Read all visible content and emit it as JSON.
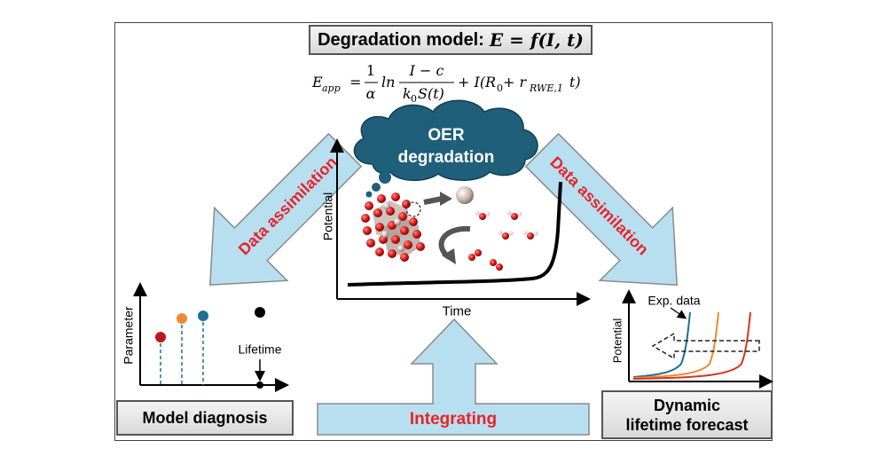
{
  "title": {
    "label": "Degradation model:",
    "equation": "E = f(I, t)"
  },
  "formula": {
    "lhs": "E",
    "lhs_sub": "app",
    "equals": "=",
    "frac1_num": "1",
    "frac1_den": "α",
    "ln": "ln",
    "frac2_num": "I − c",
    "frac2_den": "k",
    "frac2_den_sub": "0",
    "frac2_den_rest": "S(t)",
    "tail": "+ I(R",
    "tail_sub0": "0",
    "tail_mid": " + r",
    "tail_sub1": "RWE,1",
    "tail_end": "t)"
  },
  "arrows": {
    "left_label": "Data assimilation",
    "right_label": "Data assimilation",
    "bottom_label": "Integrating",
    "arrow_fill": "#b8dff0",
    "label_color": "#e8232a"
  },
  "cloud": {
    "line1": "OER",
    "line2": "degradation",
    "color": "#1f5f7a"
  },
  "center_plot": {
    "ylabel": "Potential",
    "xlabel": "Time"
  },
  "diagnosis_plot": {
    "ylabel": "Parameter",
    "lifetime_label": "Lifetime",
    "dot_colors": [
      "#c0151b",
      "#f08a30",
      "#1f6f95",
      "#000000"
    ]
  },
  "forecast_plot": {
    "ylabel": "Potential",
    "exp_label": "Exp. data",
    "curve_colors": [
      "#1f6f95",
      "#f08a30",
      "#d9341c"
    ]
  },
  "boxes": {
    "model_diagnosis": "Model diagnosis",
    "forecast_line1": "Dynamic",
    "forecast_line2": "lifetime forecast"
  }
}
